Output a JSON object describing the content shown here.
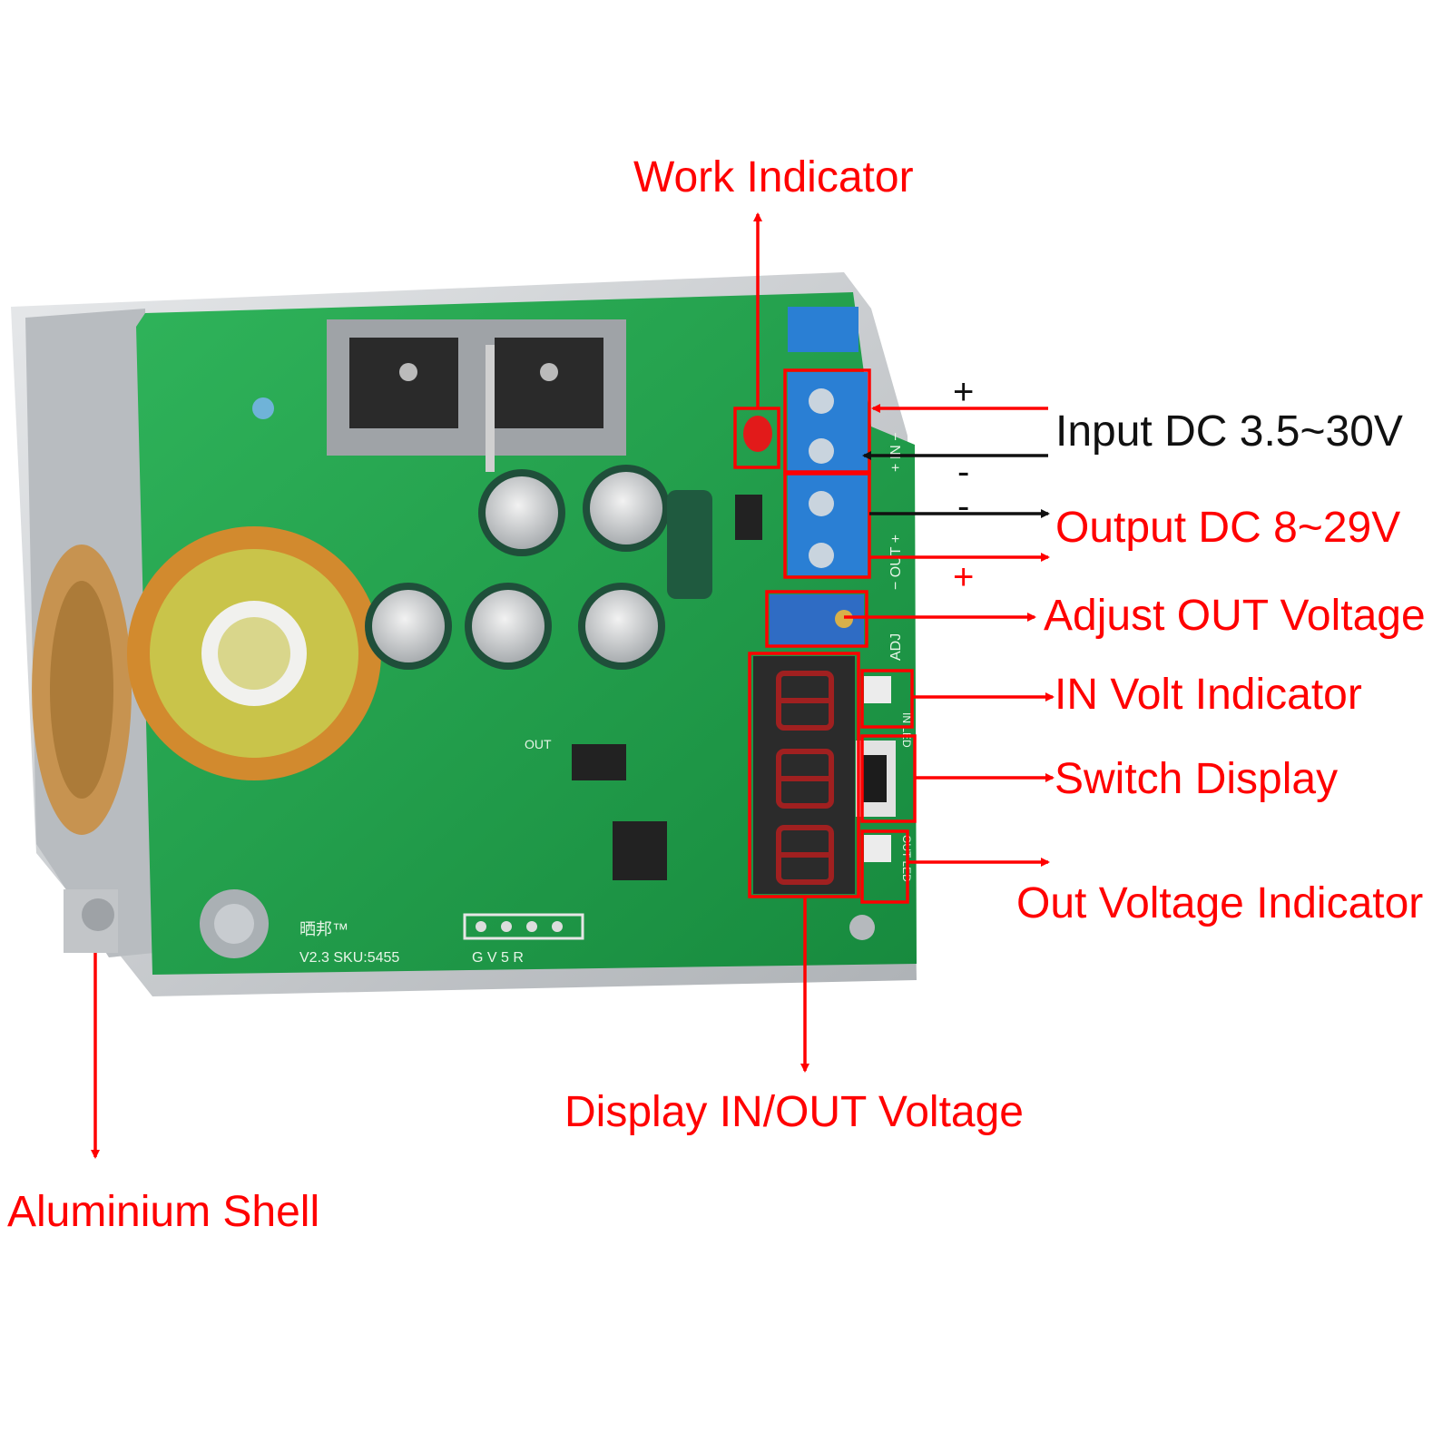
{
  "colors": {
    "annotation": "#ff0000",
    "input_label": "#111111",
    "pcb": "#1e9a4a",
    "shell": "#c9ccd0",
    "terminal": "#2a7fd4"
  },
  "labels": {
    "work_indicator": "Work Indicator",
    "input_dc": "Input DC 3.5~30V",
    "output_dc": "Output DC 8~29V",
    "adjust_out": "Adjust OUT Voltage",
    "in_volt": "IN Volt Indicator",
    "switch_display": "Switch Display",
    "out_volt": "Out Voltage Indicator",
    "display_inout": "Display IN/OUT Voltage",
    "aluminium_shell": "Aluminium Shell"
  },
  "signs": {
    "in_plus": "+",
    "in_minus": "-",
    "out_minus": "-",
    "out_plus": "+"
  },
  "board_text": {
    "brand": "晒邦™",
    "version": "V2.3  SKU:5455",
    "header_pins": "G V 5 R",
    "out_mark": "OUT",
    "term_in": "+ IN −",
    "term_out": "− OUT +",
    "adj": "ADJ",
    "in_led": "IN LED",
    "out_led": "OUT LED"
  },
  "icons": [
    "arrow-up-icon",
    "arrow-right-icon",
    "arrow-left-icon",
    "arrow-down-icon"
  ]
}
